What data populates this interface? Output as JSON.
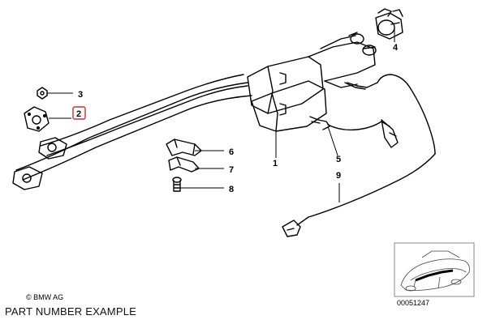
{
  "callouts": {
    "c1": "1",
    "c2": "2",
    "c3": "3",
    "c4": "4",
    "c5": "5",
    "c6": "6",
    "c7": "7",
    "c8": "8",
    "c9": "9"
  },
  "highlight_color": "#d32f2f",
  "copyright": "© BMW AG",
  "diagram_number": "00051247",
  "footer_label": "PART NUMBER EXAMPLE"
}
